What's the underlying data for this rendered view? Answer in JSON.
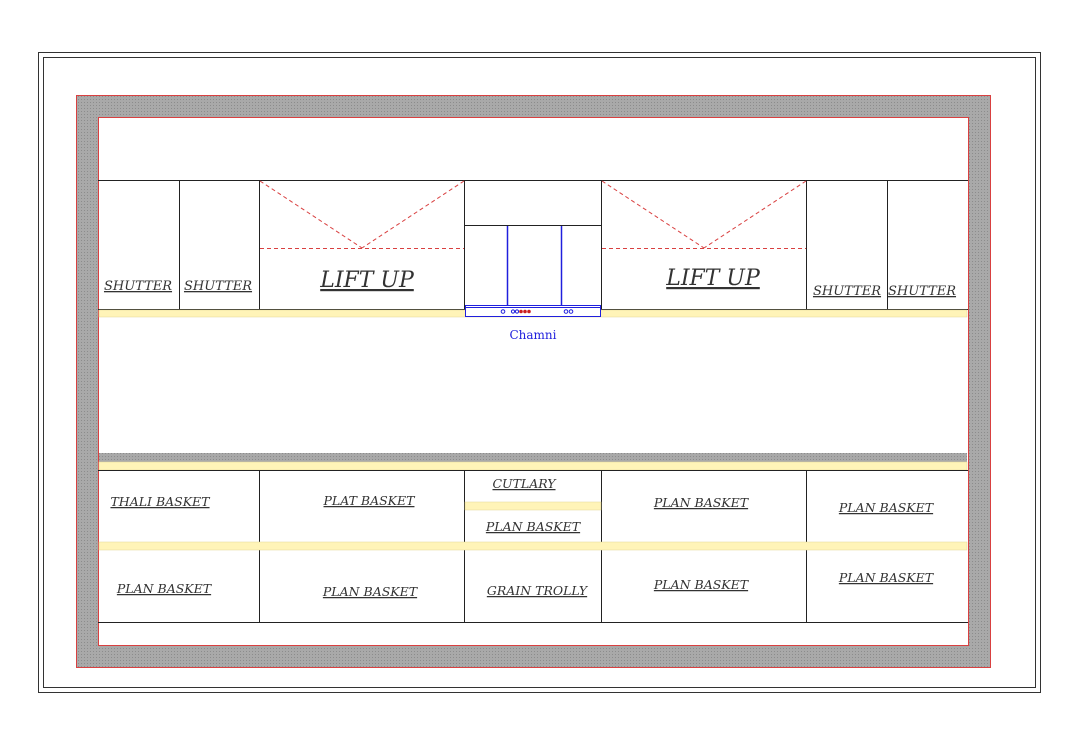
{
  "colors": {
    "wall": "#a9a9a9",
    "wall_edge": "#d94040",
    "ledge": "#fff4b8",
    "dash": "#d94040",
    "chimney": "#1f1fdd",
    "line": "#222222"
  },
  "upper": {
    "shutter_1": "SHUTTER",
    "shutter_2": "SHUTTER",
    "lift_up_1": "LIFT UP",
    "lift_up_2": "LIFT UP",
    "shutter_3": "SHUTTER",
    "shutter_4": "SHUTTER",
    "chimney_label": "Chamni"
  },
  "lower": {
    "row1": {
      "thali_basket": "THALI BASKET",
      "plat_basket": "PLAT BASKET",
      "cutlary": "CUTLARY",
      "plan_basket_mid": "PLAN BASKET",
      "plan_basket_4": "PLAN BASKET",
      "plan_basket_5": "PLAN BASKET"
    },
    "row2": {
      "plan_basket_1": "PLAN BASKET",
      "plan_basket_2": "PLAN BASKET",
      "grain_trolly": "GRAIN TROLLY",
      "plan_basket_4": "PLAN BASKET",
      "plan_basket_5": "PLAN BASKET"
    }
  }
}
